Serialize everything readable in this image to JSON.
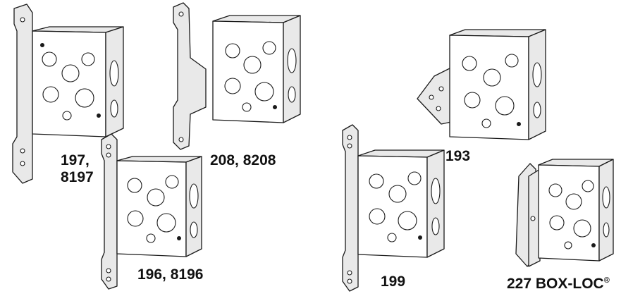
{
  "products": [
    {
      "id": "197",
      "line1": "197,",
      "line2": "8197"
    },
    {
      "id": "196",
      "label": "196, 8196"
    },
    {
      "id": "208",
      "label": "208, 8208"
    },
    {
      "id": "199",
      "label": "199"
    },
    {
      "id": "193",
      "label": "193"
    },
    {
      "id": "227",
      "label": "227 BOX-LOC",
      "mark": "®"
    }
  ]
}
